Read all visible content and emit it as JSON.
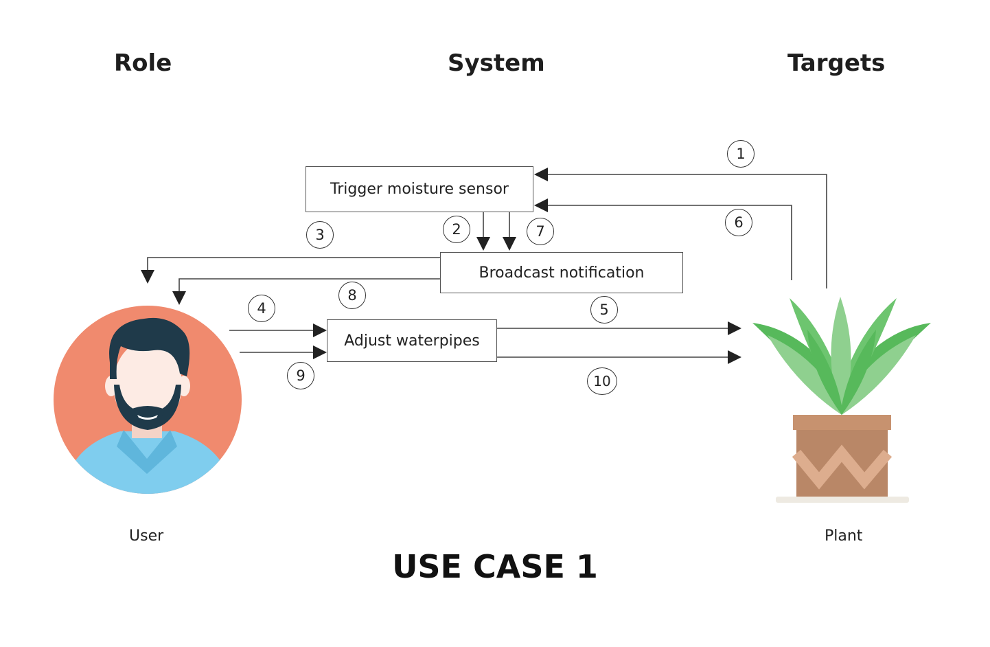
{
  "headers": {
    "role": "Role",
    "system": "System",
    "targets": "Targets"
  },
  "boxes": {
    "trigger": "Trigger moisture sensor",
    "broadcast": "Broadcast notification",
    "adjust": "Adjust waterpipes"
  },
  "steps": [
    "1",
    "2",
    "3",
    "4",
    "5",
    "6",
    "7",
    "8",
    "9",
    "10"
  ],
  "labels": {
    "user": "User",
    "plant": "Plant"
  },
  "footer": "USE CASE 1",
  "icons": {
    "user": "user-avatar-icon",
    "plant": "potted-plant-icon"
  },
  "colors": {
    "avatar_bg": "#F08A6E",
    "shirt": "#7FCDEE",
    "hair": "#1F3A4A",
    "skin": "#FDEBE4",
    "leaf_dark": "#57B95B",
    "leaf_light": "#8FD08F",
    "pot": "#B98767",
    "pot_pattern": "#DDAD8E",
    "arrow": "#333333"
  }
}
